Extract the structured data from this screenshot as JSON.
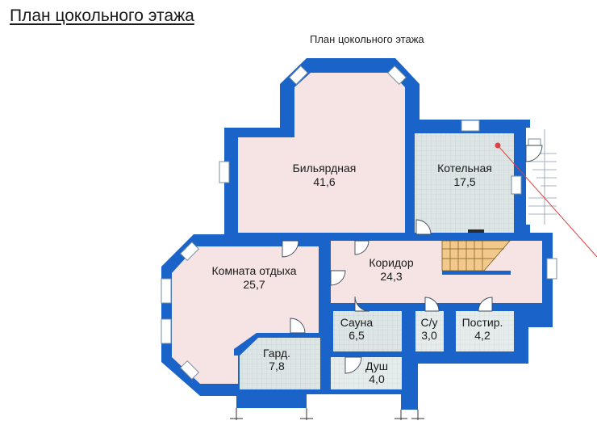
{
  "heading": "План цокольного этажа",
  "plan_title": "План цокольного этажа",
  "colors": {
    "wall": "#1a63c8",
    "pink_floor": "#f6e4e4",
    "tile_floor": "#d9e2e2",
    "stair": "#f2c98a",
    "annotation": "#e04040"
  },
  "rooms": [
    {
      "id": "billiard",
      "name": "Бильярдная",
      "area": "41,6"
    },
    {
      "id": "boiler",
      "name": "Котельная",
      "area": "17,5"
    },
    {
      "id": "lounge",
      "name": "Комната отдыха",
      "area": "25,7"
    },
    {
      "id": "corridor",
      "name": "Коридор",
      "area": "24,3"
    },
    {
      "id": "sauna",
      "name": "Сауна",
      "area": "6,5"
    },
    {
      "id": "wc",
      "name": "С/у",
      "area": "3,0"
    },
    {
      "id": "laundry",
      "name": "Постир.",
      "area": "4,2"
    },
    {
      "id": "wardrobe",
      "name": "Гард.",
      "area": "7,8"
    },
    {
      "id": "shower",
      "name": "Душ",
      "area": "4,0"
    }
  ]
}
